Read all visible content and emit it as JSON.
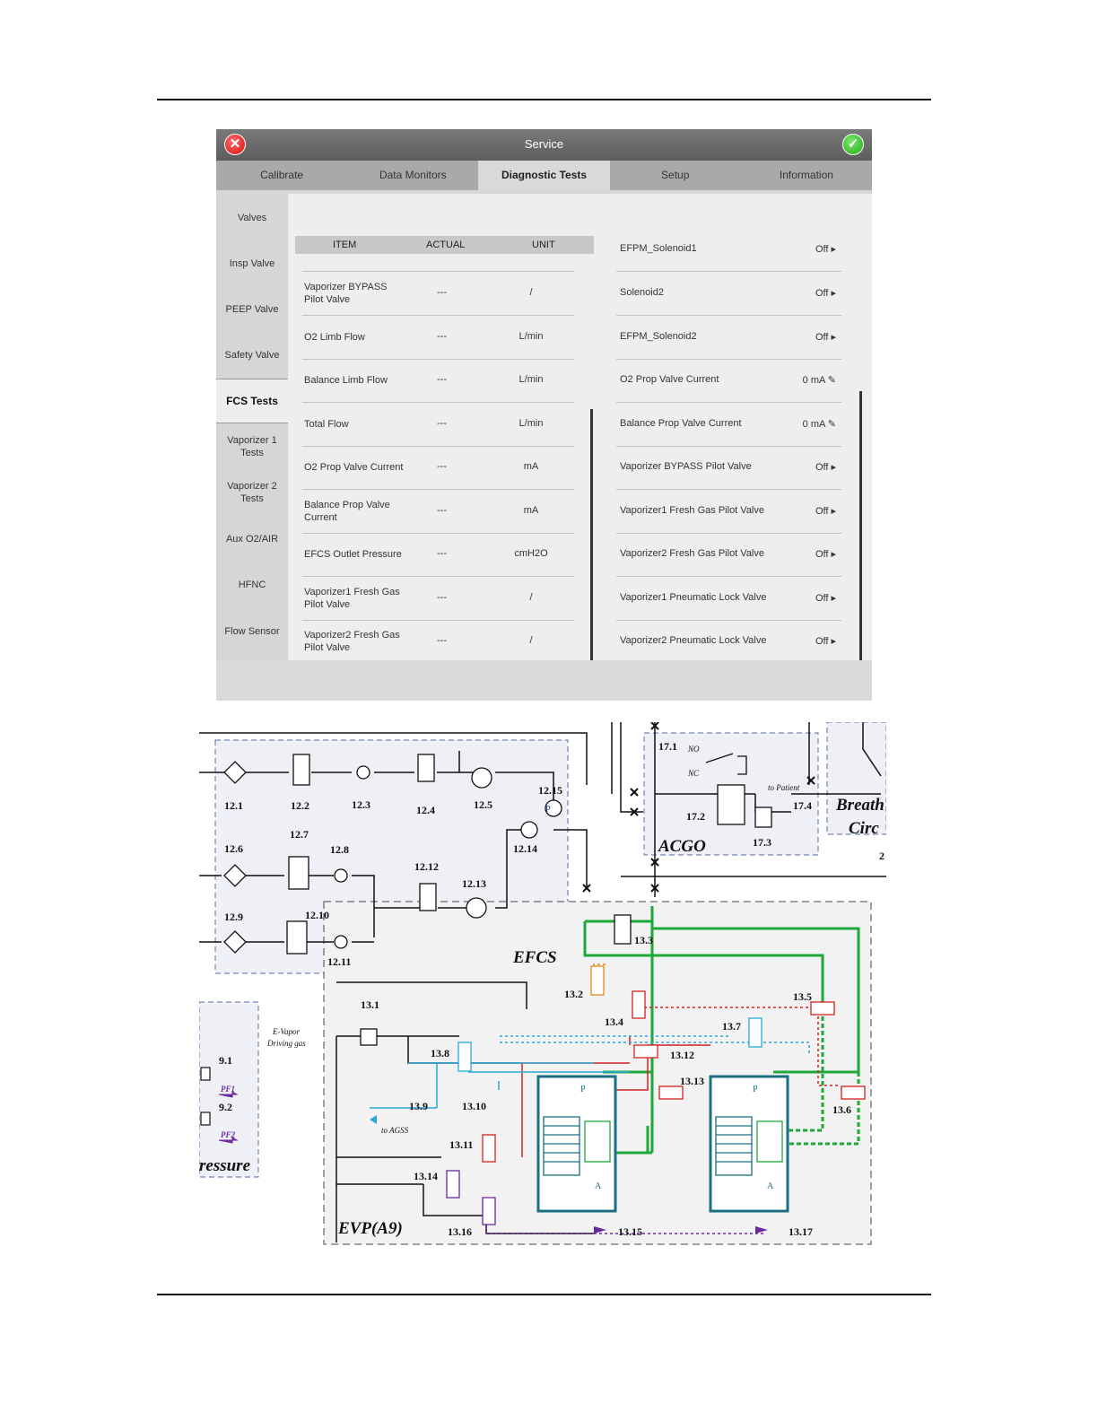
{
  "header": {
    "title": "Service",
    "cancel_icon": "close-icon",
    "confirm_icon": "check-icon",
    "cancel_color": "#d50f0f",
    "confirm_color": "#25a81a"
  },
  "tabs": [
    "Calibrate",
    "Data Monitors",
    "Diagnostic Tests",
    "Setup",
    "Information"
  ],
  "active_tab": "Diagnostic Tests",
  "sidebar": [
    "Valves",
    "Insp Valve",
    "PEEP Valve",
    "Safety Valve",
    "FCS Tests",
    "Vaporizer 1\nTests",
    "Vaporizer 2\nTests",
    "Aux O2/AIR",
    "HFNC",
    "Flow Sensor"
  ],
  "active_sidebar": "FCS Tests",
  "left_table": {
    "headers": [
      "ITEM",
      "ACTUAL",
      "UNIT"
    ],
    "rows": [
      {
        "item": "Vaporizer BYPASS\nPilot Valve",
        "actual": "---",
        "unit": "/"
      },
      {
        "item": "O2 Limb Flow",
        "actual": "---",
        "unit": "L/min"
      },
      {
        "item": "Balance Limb Flow",
        "actual": "---",
        "unit": "L/min"
      },
      {
        "item": "Total Flow",
        "actual": "---",
        "unit": "L/min"
      },
      {
        "item": "O2 Prop Valve Current",
        "actual": "---",
        "unit": "mA"
      },
      {
        "item": "Balance Prop Valve\nCurrent",
        "actual": "---",
        "unit": "mA"
      },
      {
        "item": "EFCS Outlet Pressure",
        "actual": "---",
        "unit": "cmH2O"
      },
      {
        "item": "Vaporizer1 Fresh Gas\nPilot Valve",
        "actual": "---",
        "unit": "/"
      },
      {
        "item": "Vaporizer2 Fresh Gas\nPilot Valve",
        "actual": "---",
        "unit": "/"
      }
    ]
  },
  "right_table": [
    {
      "name": "EFPM_Solenoid1",
      "value": "Off ▸"
    },
    {
      "name": "Solenoid2",
      "value": "Off ▸"
    },
    {
      "name": "EFPM_Solenoid2",
      "value": "Off ▸"
    },
    {
      "name": "O2 Prop Valve Current",
      "value": "0 mA ✎"
    },
    {
      "name": "Balance Prop Valve Current",
      "value": "0 mA ✎"
    },
    {
      "name": "Vaporizer BYPASS Pilot Valve",
      "value": "Off ▸"
    },
    {
      "name": "Vaporizer1 Fresh Gas Pilot Valve",
      "value": "Off ▸"
    },
    {
      "name": "Vaporizer2 Fresh Gas Pilot Valve",
      "value": "Off ▸"
    },
    {
      "name": "Vaporizer1 Pneumatic Lock Valve",
      "value": "Off ▸"
    },
    {
      "name": "Vaporizer2 Pneumatic Lock Valve",
      "value": "Off ▸"
    }
  ],
  "diagram": {
    "section_labels": {
      "efcs": "EFCS",
      "acgo": "ACGO",
      "evp": "EVP(A9)",
      "breath": "Breath",
      "circ": "Circ",
      "pressure": "ressure"
    },
    "component_labels": [
      "12.1",
      "12.2",
      "12.3",
      "12.4",
      "12.5",
      "12.6",
      "12.7",
      "12.8",
      "12.9",
      "12.10",
      "12.11",
      "12.12",
      "12.13",
      "12.14",
      "12.15",
      "17.1",
      "17.2",
      "17.3",
      "17.4",
      "13.1",
      "13.2",
      "13.3",
      "13.4",
      "13.5",
      "13.6",
      "13.7",
      "13.8",
      "13.9",
      "13.10",
      "13.11",
      "13.12",
      "13.13",
      "13.14",
      "13.15",
      "13.16",
      "13.17",
      "9.1",
      "9.2",
      "2"
    ],
    "annotations": {
      "no": "NO",
      "nc": "NC",
      "to_patient": "to Patient",
      "e_vapor": "E-Vapor",
      "driving_gas": "Driving gas",
      "to_agss": "to AGSS",
      "pf1": "PF1",
      "pf2": "PF2",
      "p": "P",
      "a": "A"
    },
    "colors": {
      "green": "#1fa83a",
      "blue": "#2aa7d8",
      "red": "#d42020",
      "orange": "#e08a1c",
      "purple": "#6a2a9c",
      "teal": "#1a6f80"
    }
  }
}
